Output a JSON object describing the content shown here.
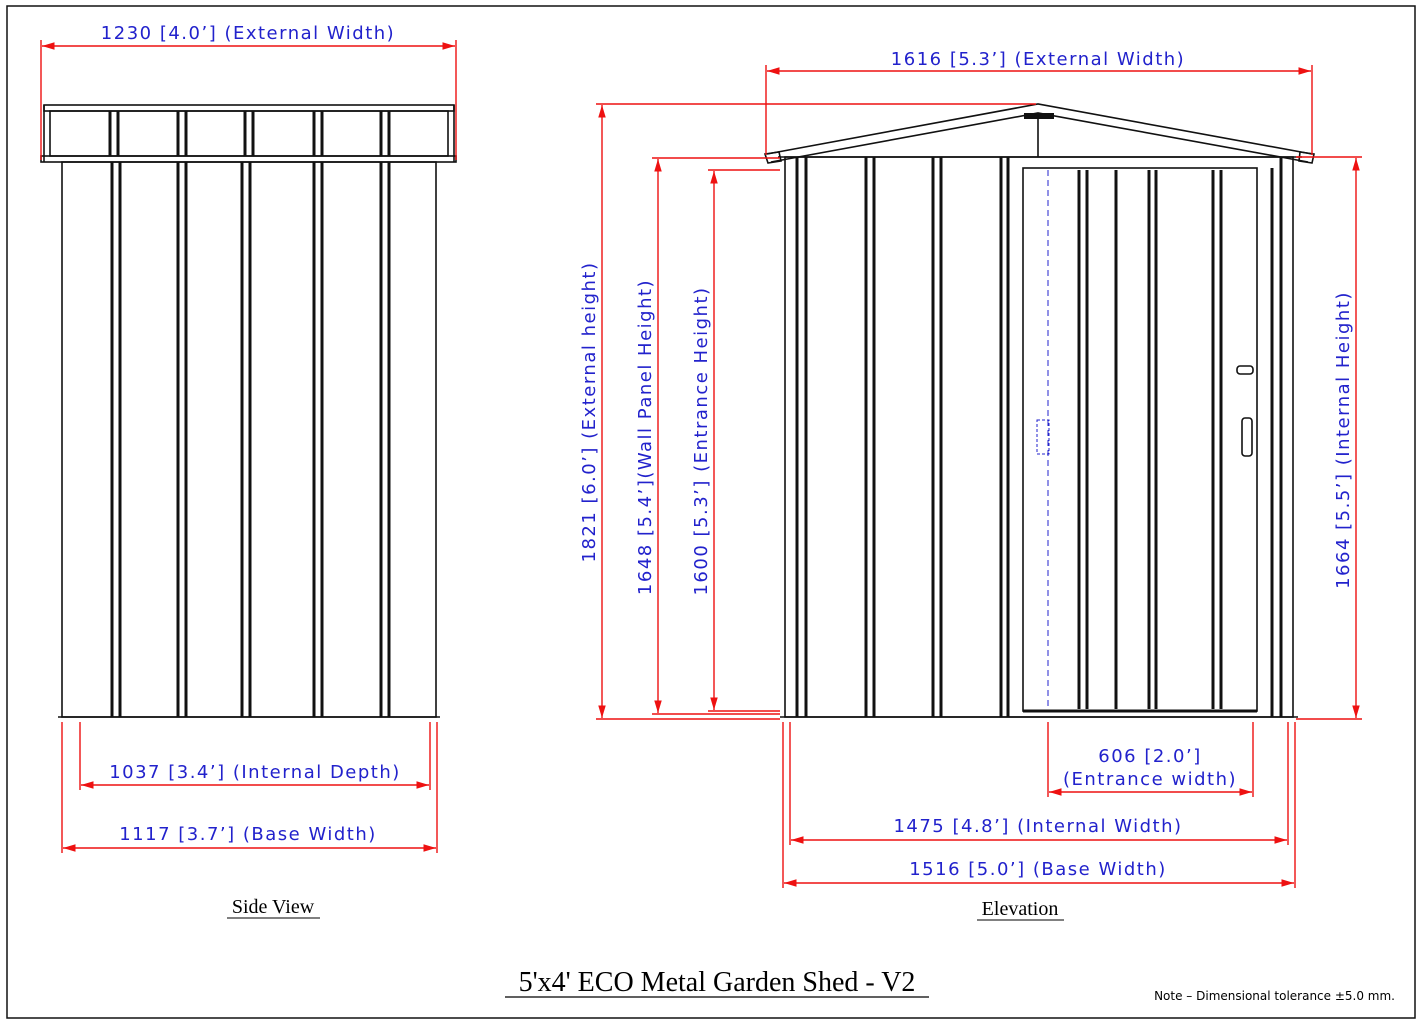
{
  "title": "5'x4' ECO Metal Garden Shed - V2",
  "note": "Note  –  Dimensional tolerance  ±5.0 mm.",
  "colors": {
    "dimension_text": "#2222cc",
    "dimension_line": "#ee1111",
    "drawing": "#111111"
  },
  "side_view": {
    "caption": "Side View",
    "dims": {
      "external_width": "1230 [4.0’] (External Width)",
      "internal_depth": "1037 [3.4’] (Internal Depth)",
      "base_width": "1117 [3.7’] (Base Width)"
    }
  },
  "elevation": {
    "caption": "Elevation",
    "dims": {
      "external_width": "1616 [5.3’] (External Width)",
      "external_height": "1821 [6.0’] (External height)",
      "wall_panel_height": "1648 [5.4’](Wall Panel Height)",
      "entrance_height": "1600 [5.3’] (Entrance Height)",
      "internal_height": "1664 [5.5’] (Internal Height)",
      "entrance_width_value": "606 [2.0’]",
      "entrance_width_label": "(Entrance width)",
      "internal_width": "1475 [4.8’] (Internal Width)",
      "base_width": "1516 [5.0’] (Base Width)"
    }
  }
}
